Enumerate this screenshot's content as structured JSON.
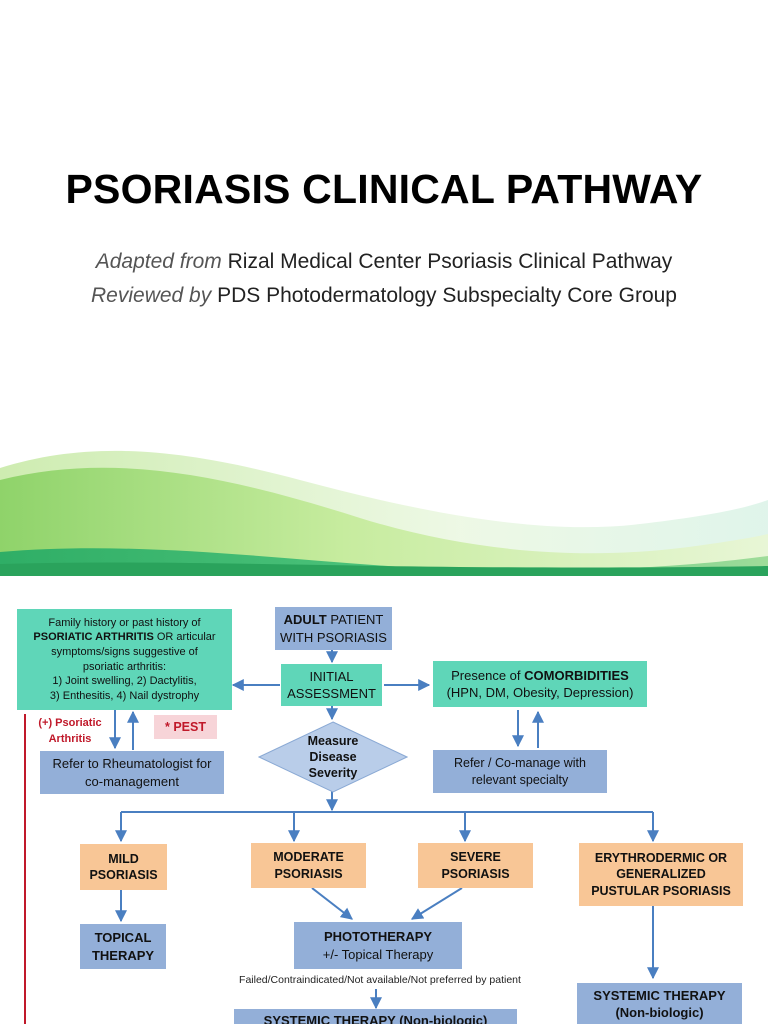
{
  "slide1": {
    "title": "PSORIASIS CLINICAL PATHWAY",
    "adapted_prefix": "Adapted from",
    "adapted_text": "Rizal Medical Center Psoriasis Clinical Pathway",
    "reviewed_prefix": "Reviewed by",
    "reviewed_text": "PDS Photodermatology Subspecialty Core Group"
  },
  "flow": {
    "family_history": {
      "line1": "Family history or past history of",
      "bold": "PSORIATIC ARTHRITIS",
      "line2_tail": " OR articular",
      "line3": "symptoms/signs suggestive of",
      "line4": "psoriatic arthritis:",
      "line5": "1) Joint swelling, 2) Dactylitis,",
      "line6": "3) Enthesitis, 4) Nail dystrophy"
    },
    "adult_patient": {
      "bold": "ADULT",
      "tail": " PATIENT",
      "line2": "WITH PSORIASIS"
    },
    "initial_assessment": {
      "line1": "INITIAL",
      "line2": "ASSESSMENT"
    },
    "comorbidities": {
      "prefix": "Presence of ",
      "bold": "COMORBIDITIES",
      "line2": "(HPN, DM, Obesity, Depression)"
    },
    "psoriatic_arthritis_label": {
      "line1": "(+) Psoriatic",
      "line2": "Arthritis"
    },
    "pest": "* PEST",
    "measure": {
      "line1": "Measure",
      "line2": "Disease",
      "line3": "Severity"
    },
    "rheumatologist": {
      "line1": "Refer to Rheumatologist for",
      "line2": "co-management"
    },
    "specialty": {
      "line1": "Refer / Co-manage with",
      "line2": "relevant specialty"
    },
    "mild": {
      "line1": "MILD",
      "line2": "PSORIASIS"
    },
    "moderate": {
      "line1": "MODERATE",
      "line2": "PSORIASIS"
    },
    "severe": {
      "line1": "SEVERE",
      "line2": "PSORIASIS"
    },
    "erythrodermic": {
      "line1": "ERYTHRODERMIC OR",
      "line2": "GENERALIZED",
      "line3": "PUSTULAR PSORIASIS"
    },
    "topical": {
      "line1": "TOPICAL",
      "line2": "THERAPY"
    },
    "phototherapy": {
      "line1": "PHOTOTHERAPY",
      "line2": "+/- Topical Therapy"
    },
    "failed_note": "Failed/Contraindicated/Not available/Not preferred by patient",
    "systemic_nonbio_bottom": "SYSTEMIC THERAPY (Non-biologic)",
    "systemic_right": {
      "line1": "SYSTEMIC THERAPY",
      "line2": "(Non-biologic)"
    }
  },
  "colors": {
    "teal": "#5fd6b8",
    "blue": "#93afd8",
    "orange": "#f8c696",
    "arrow": "#4a7fc1",
    "red": "#c0192a"
  }
}
